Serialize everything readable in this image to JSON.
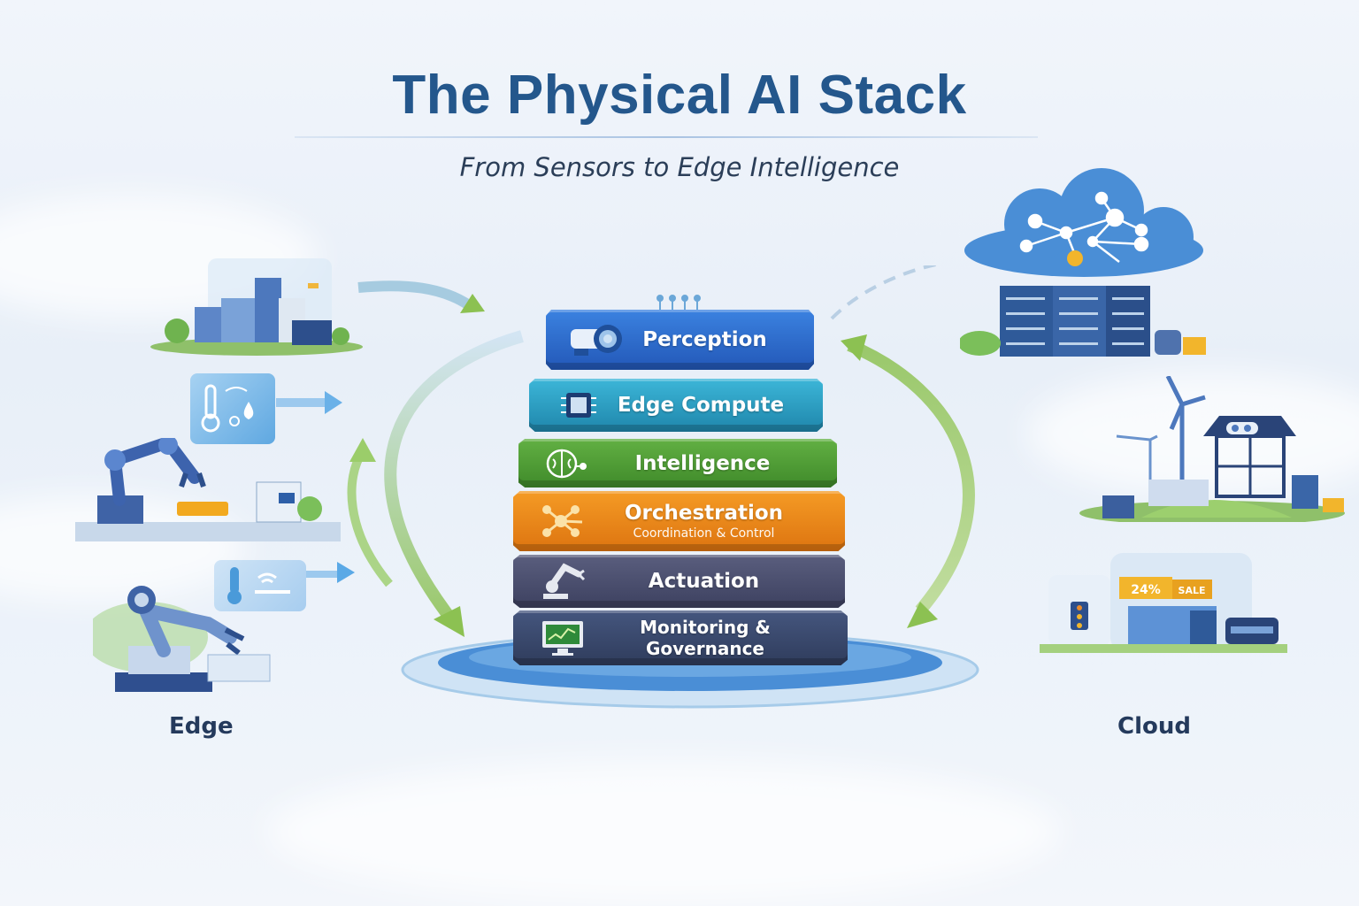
{
  "header": {
    "title": "The Physical AI Stack",
    "subtitle": "From Sensors to Edge Intelligence"
  },
  "stack": {
    "layers": [
      {
        "label": "Perception",
        "sublabel": "",
        "icon": "camera-icon",
        "color": "#2f6fd0"
      },
      {
        "label": "Edge Compute",
        "sublabel": "",
        "icon": "chip-icon",
        "color": "#2aa3c6"
      },
      {
        "label": "Intelligence",
        "sublabel": "",
        "icon": "brain-icon",
        "color": "#4f9a36"
      },
      {
        "label": "Orchestration",
        "sublabel": "Coordination & Control",
        "icon": "network-nodes-icon",
        "color": "#ef8a17"
      },
      {
        "label": "Actuation",
        "sublabel": "",
        "icon": "robot-arm-icon",
        "color": "#4b4f6d"
      },
      {
        "label": "Monitoring & Governance",
        "sublabel": "",
        "icon": "monitor-chart-icon",
        "color": "#36456b"
      }
    ]
  },
  "edge": {
    "label": "Edge",
    "scenes": [
      "city-buildings",
      "sensor-panel-temperature-humidity",
      "industrial-robot-arm",
      "sensor-panel-temperature-wifi",
      "robot-arm-factory"
    ]
  },
  "cloud": {
    "label": "Cloud",
    "scenes": [
      "cloud-network-datacenter",
      "wind-turbine-smart-facility",
      "retail-store"
    ],
    "store_sign_percent": "24%",
    "store_sign_sale": "SALE"
  },
  "colors": {
    "title": "#24578c",
    "arrow_green": "#8cc152",
    "arrow_blue": "#5aa9e6",
    "platform": "#4a8ed6"
  }
}
